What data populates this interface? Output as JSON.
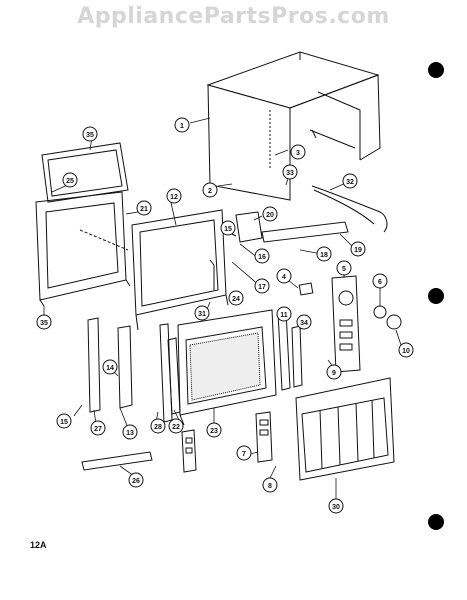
{
  "watermark": "AppliancePartsPros.com",
  "page_code": "12A",
  "part_labels": [
    "1",
    "2",
    "3",
    "4",
    "5",
    "6",
    "7",
    "8",
    "9",
    "10",
    "11",
    "12",
    "13",
    "14",
    "15",
    "15",
    "16",
    "17",
    "18",
    "19",
    "20",
    "21",
    "22",
    "23",
    "24",
    "25",
    "26",
    "27",
    "28",
    "30",
    "31",
    "32",
    "33",
    "34",
    "35",
    "35"
  ],
  "colors": {
    "ink": "#111111",
    "watermark": "#d6d6d6",
    "background": "#ffffff"
  }
}
